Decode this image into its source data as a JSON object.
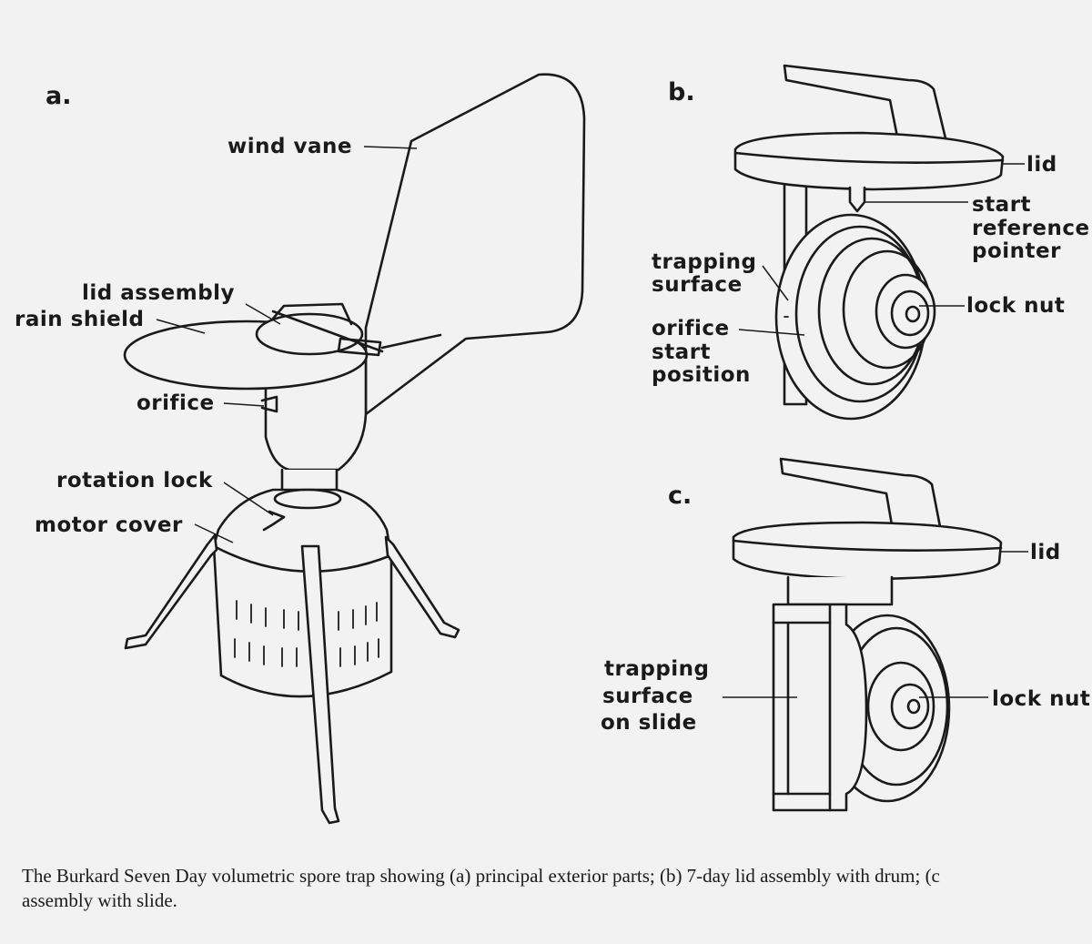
{
  "panels": {
    "a": "a.",
    "b": "b.",
    "c": "c."
  },
  "labels_a": {
    "wind_vane": "wind vane",
    "lid_assembly": "lid assembly",
    "rain_shield": "rain shield",
    "orifice": "orifice",
    "rotation_lock": "rotation lock",
    "motor_cover": "motor cover"
  },
  "labels_b": {
    "lid": "lid",
    "start_reference_pointer": [
      "start",
      "reference",
      "pointer"
    ],
    "trapping_surface": [
      "trapping",
      "surface"
    ],
    "orifice_start_position": [
      "orifice",
      "start",
      "position"
    ],
    "lock_nut": "lock nut"
  },
  "labels_c": {
    "lid": "lid",
    "trapping_surface_on_slide": [
      "trapping",
      "surface",
      "on slide"
    ],
    "lock_nut": "lock nut"
  },
  "caption": {
    "line1": "The Burkard Seven Day volumetric spore trap showing (a) principal exterior parts; (b) 7-day lid assembly with drum; (c",
    "line2": "assembly with slide."
  }
}
